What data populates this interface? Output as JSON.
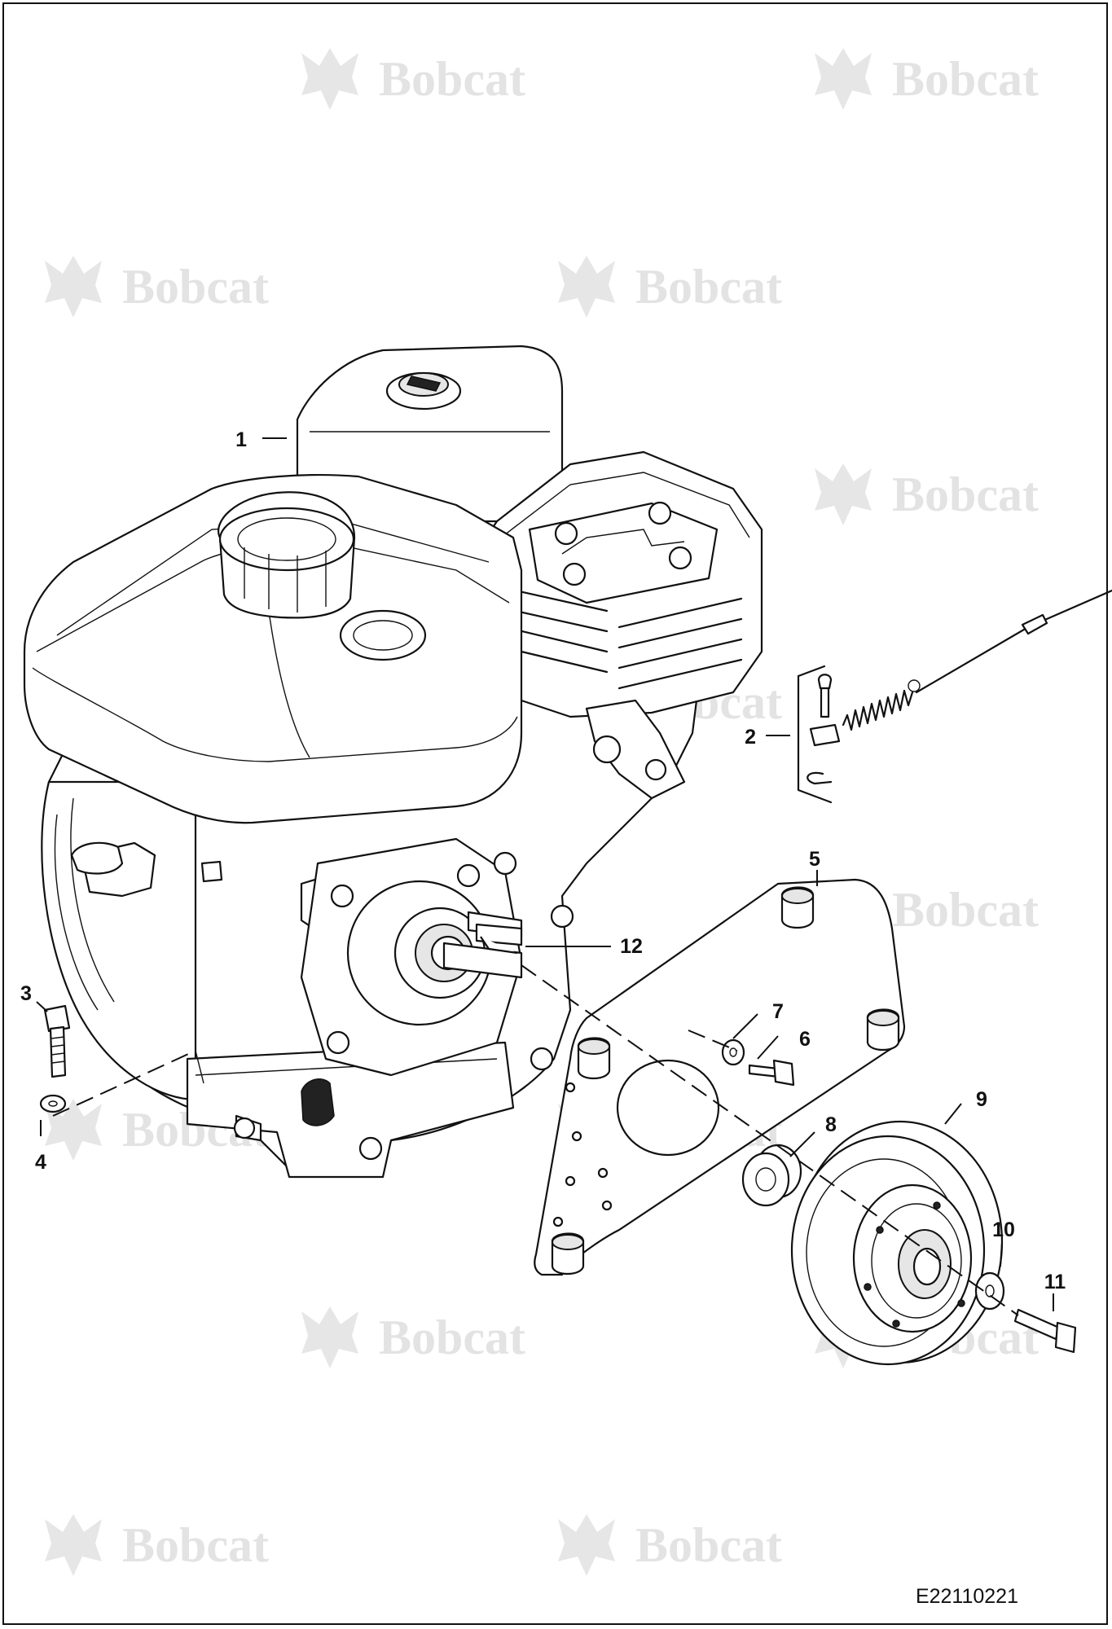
{
  "watermark": {
    "brand": "Bobcat"
  },
  "diagram": {
    "callouts": [
      {
        "id": "c1",
        "label": "1"
      },
      {
        "id": "c2",
        "label": "2"
      },
      {
        "id": "c3",
        "label": "3"
      },
      {
        "id": "c4",
        "label": "4"
      },
      {
        "id": "c5",
        "label": "5"
      },
      {
        "id": "c6",
        "label": "6"
      },
      {
        "id": "c7",
        "label": "7"
      },
      {
        "id": "c8",
        "label": "8"
      },
      {
        "id": "c9",
        "label": "9"
      },
      {
        "id": "c10",
        "label": "10"
      },
      {
        "id": "c11",
        "label": "11"
      },
      {
        "id": "c12",
        "label": "12"
      }
    ],
    "document_id": "E22110221"
  }
}
